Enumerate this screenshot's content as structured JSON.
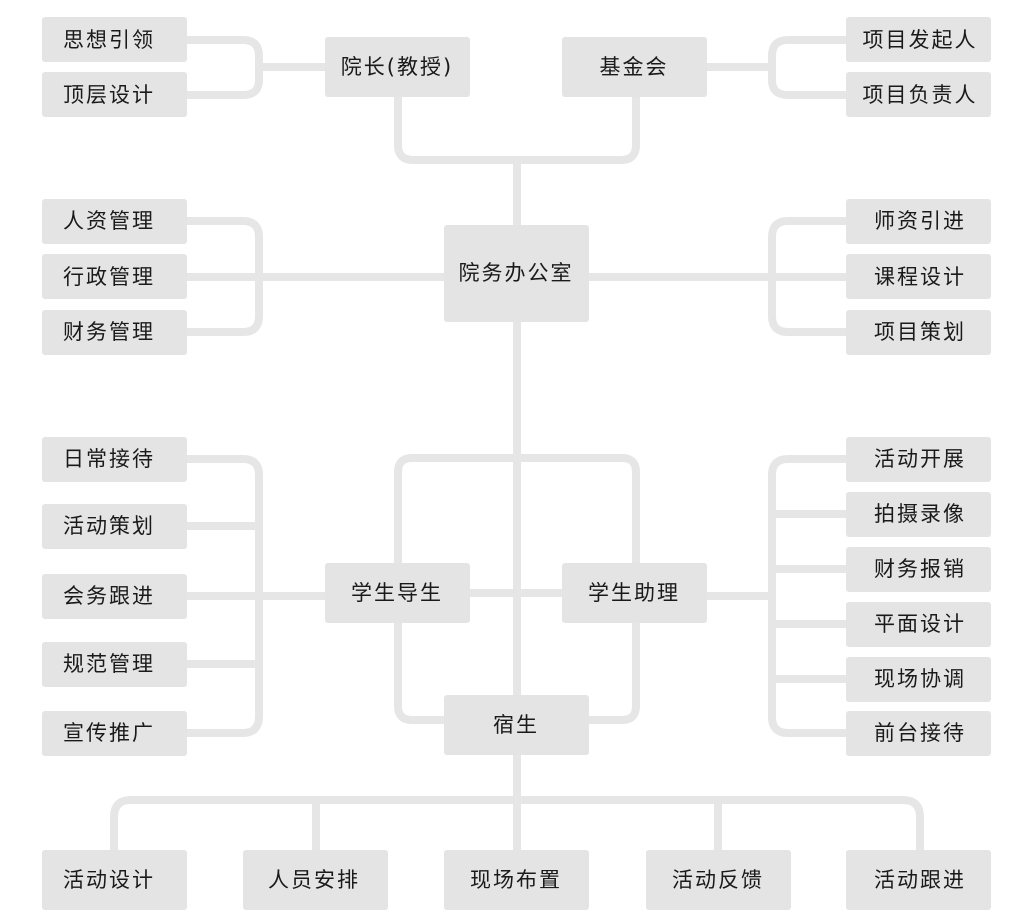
{
  "colors": {
    "box_fill": "#e4e4e4",
    "connector": "#e6e6e6",
    "text": "#1a1a1a",
    "background": "#ffffff"
  },
  "nodes": {
    "dean": "院长(教授)",
    "foundation": "基金会",
    "office": "院务办公室",
    "student_guide": "学生导生",
    "student_assistant": "学生助理",
    "resident_student": "宿生",
    "dean_duties": [
      "思想引领",
      "顶层设计"
    ],
    "foundation_duties": [
      "项目发起人",
      "项目负责人"
    ],
    "office_left_duties": [
      "人资管理",
      "行政管理",
      "财务管理"
    ],
    "office_right_duties": [
      "师资引进",
      "课程设计",
      "项目策划"
    ],
    "guide_duties": [
      "日常接待",
      "活动策划",
      "会务跟进",
      "规范管理",
      "宣传推广"
    ],
    "assistant_duties": [
      "活动开展",
      "拍摄录像",
      "财务报销",
      "平面设计",
      "现场协调",
      "前台接待"
    ],
    "resident_duties": [
      "活动设计",
      "人员安排",
      "现场布置",
      "活动反馈",
      "活动跟进"
    ]
  }
}
